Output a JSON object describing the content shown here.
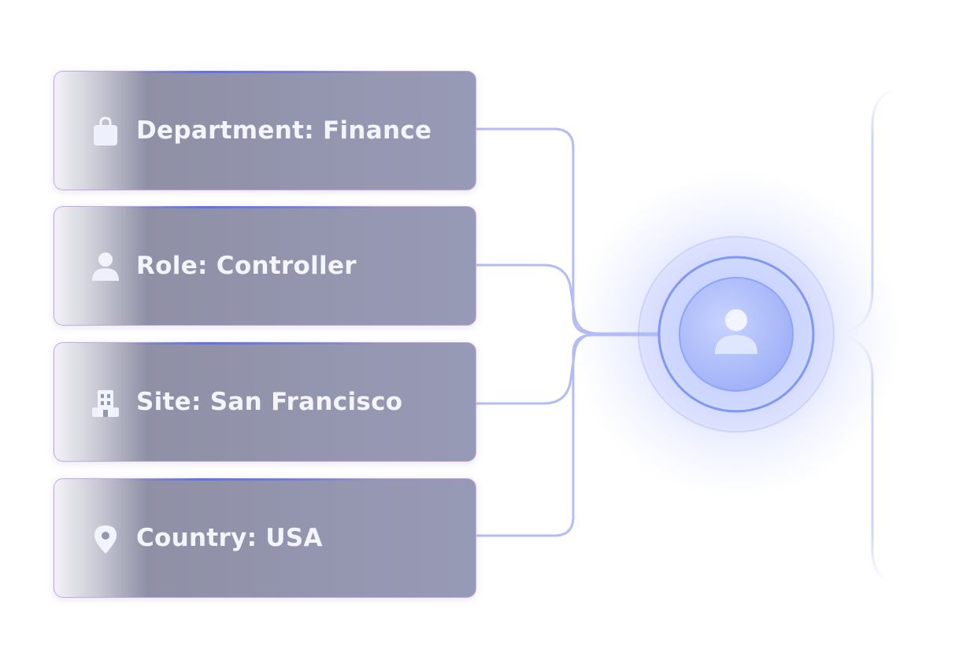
{
  "attributes": [
    {
      "label": "Department: Finance",
      "icon": "shopping-bag-icon"
    },
    {
      "label": "Role: Controller",
      "icon": "user-icon"
    },
    {
      "label": "Site: San Francisco",
      "icon": "building-icon"
    },
    {
      "label": "Country: USA",
      "icon": "location-pin-icon"
    }
  ],
  "hub": {
    "icon": "user-icon"
  },
  "colors": {
    "card_fill": "#8f90a6",
    "card_border": "#c4a0e8",
    "connector": "#aab6f4",
    "hub_fill": "#b4c2fb",
    "hub_ring": "#7f97f5",
    "text": "#f4f5fb"
  }
}
